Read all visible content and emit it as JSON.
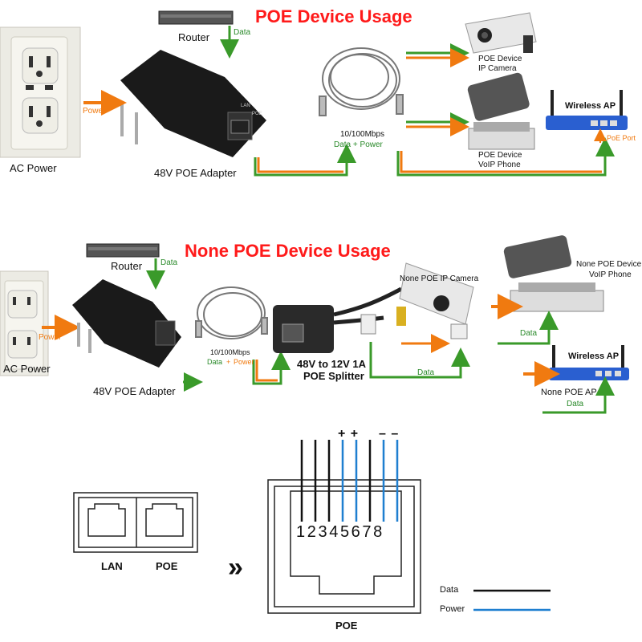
{
  "top": {
    "title": "POE Device Usage",
    "router": "Router",
    "data": "Data",
    "power": "Power",
    "ac_power": "AC Power",
    "adapter": "48V POE Adapter",
    "adapter_port_lan": "LAN",
    "adapter_port_poe": "POE",
    "cable_speed": "10/100Mbps",
    "cable_data_power": "Data + Power",
    "ip_camera_line1": "POE Device",
    "ip_camera_line2": "IP Camera",
    "voip_line1": "POE Device",
    "voip_line2": "VoIP Phone",
    "wireless_ap": "Wireless AP",
    "poe_port": "PoE Port"
  },
  "mid": {
    "title": "None POE Device Usage",
    "router": "Router",
    "data": "Data",
    "power": "Power",
    "ac_power": "AC Power",
    "adapter": "48V POE Adapter",
    "cable_speed": "10/100Mbps",
    "cable_data": "Data",
    "cable_plus": "+",
    "cable_power": "Power",
    "splitter_line1": "48V to 12V 1A",
    "splitter_line2": "POE Splitter",
    "ip_camera": "None POE IP Camera",
    "voip_line1": "None POE Device",
    "voip_line2": "VoIP Phone",
    "wireless_ap": "Wireless AP",
    "none_poe_ap": "None POE AP",
    "data_cam": "Data",
    "data_phone": "Data",
    "data_ap": "Data"
  },
  "bottom": {
    "lan": "LAN",
    "poe": "POE",
    "chevrons": "»",
    "plus_marks": "+ +",
    "minus_marks": "– –",
    "pins": [
      "1",
      "2",
      "3",
      "4",
      "5",
      "6",
      "7",
      "8"
    ],
    "jack_label": "POE",
    "legend_data": "Data",
    "legend_power": "Power"
  },
  "colors": {
    "title_red": "#ff1a1a",
    "arrow_orange": "#f07a10",
    "arrow_green": "#3a9a2a",
    "wire_black": "#111111",
    "wire_blue": "#1f7fd0",
    "ap_blue": "#2a5fd0"
  }
}
